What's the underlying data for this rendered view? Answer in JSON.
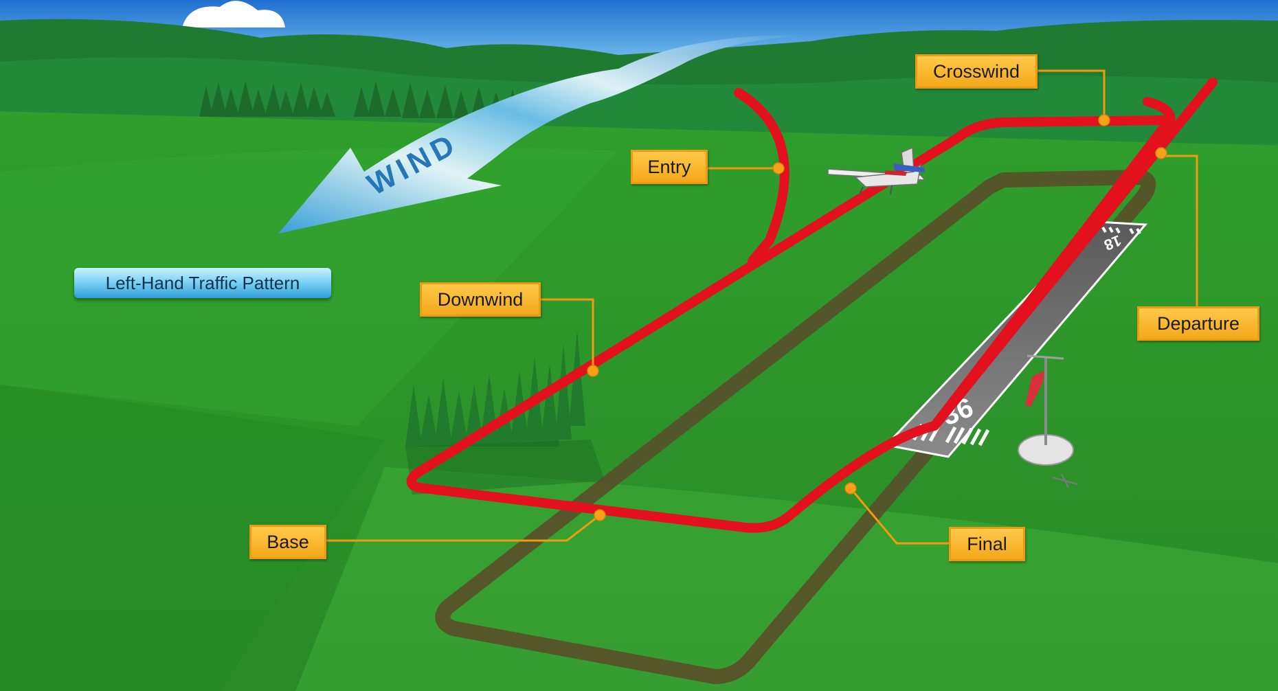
{
  "title": "Left-Hand Traffic Pattern",
  "wind_label": "WIND",
  "runway_numbers": {
    "near": "36",
    "far": "18"
  },
  "labels": {
    "entry": "Entry",
    "crosswind": "Crosswind",
    "downwind": "Downwind",
    "departure": "Departure",
    "base": "Base",
    "final": "Final"
  },
  "colors": {
    "pattern": "#e3101e",
    "label_fill": "#f9b52a",
    "label_border": "#f09a12",
    "leader_line": "#f29b12",
    "wind_arrow": "#3aa3e0",
    "grass": "#2e9a2c",
    "runway": "#6b6b6b"
  }
}
